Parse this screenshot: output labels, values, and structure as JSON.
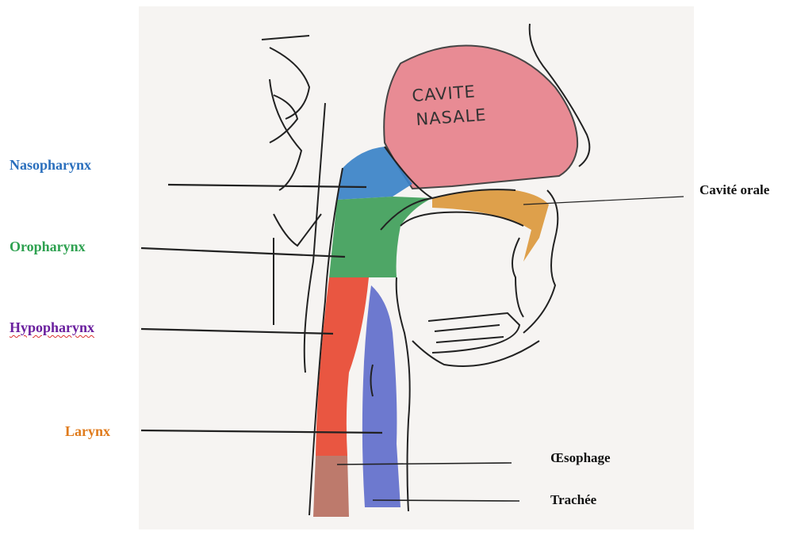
{
  "labels": {
    "nasopharynx": "Nasopharynx",
    "oropharynx": "Oropharynx",
    "hypopharynx": "Hypopharynx",
    "larynx": "Larynx",
    "cavite_orale": "Cavité orale",
    "oesophage": "Œsophage",
    "trachee": "Trachée"
  },
  "sketch": {
    "cavite_nasale_line1": "CAVITE",
    "cavite_nasale_line2": "NASALE"
  },
  "colors": {
    "nasopharynx": "#3a82c8",
    "oropharynx": "#3f9e5a",
    "hypopharynx": "#e8452e",
    "larynx_lower": "#b36455",
    "cavite_nasale": "#e7808a",
    "cavite_orale": "#d9902e",
    "trachea_blue": "#5a68c9",
    "label_blue": "#2a6fbd",
    "label_green": "#2ea150",
    "label_purple": "#6a1f9e",
    "label_orange": "#e07b1c"
  }
}
